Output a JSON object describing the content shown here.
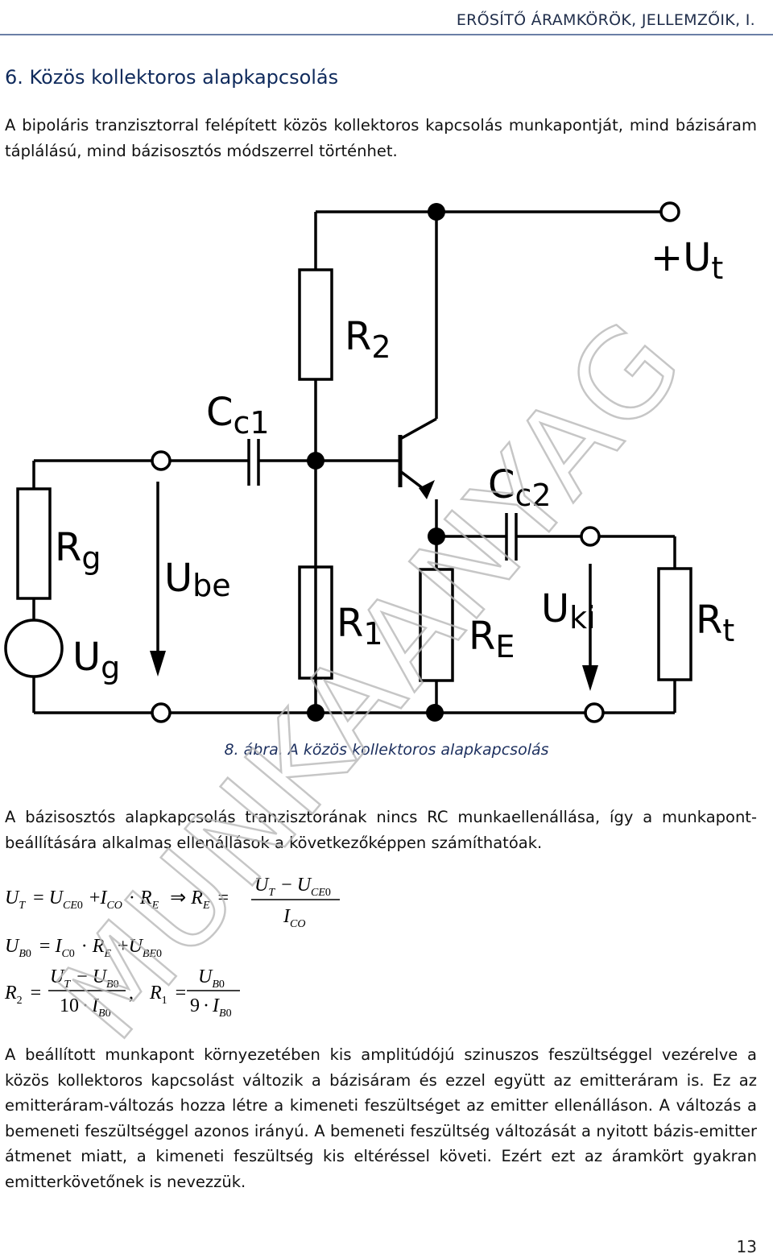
{
  "header": {
    "running_title": "ERŐSÍTŐ ÁRAMKÖRÖK, JELLEMZŐIK, I."
  },
  "section": {
    "title": "6. Közös kollektoros alapkapcsolás"
  },
  "paragraphs": {
    "intro": "A bipoláris tranzisztorral felépített közös kollektoros kapcsolás munkapontját, mind bázisáram táplálású, mind bázisosztós módszerrel történhet.",
    "calc": "A bázisosztós alapkapcsolás tranzisztorának nincs RC munkaellenállása, így a munkapont-beállítására alkalmas ellenállások a következőképpen számíthatóak.",
    "explanation": "A beállított munkapont környezetében kis amplitúdójú szinuszos feszültséggel vezérelve a közös kollektoros kapcsolást változik a bázisáram és ezzel együtt az emitteráram is. Ez az emitteráram-változás hozza létre a kimeneti feszültséget az emitter ellenálláson. A változás a bemeneti feszültséggel azonos irányú. A bemeneti feszültség változását a nyitott bázis-emitter átmenet miatt, a kimeneti feszültség kis eltéréssel követi. Ezért ezt az áramkört gyakran emitterkövetőnek is nevezzük."
  },
  "figure": {
    "caption": "8. ábra. A közös kollektoros alapkapcsolás",
    "labels": {
      "supply": {
        "main": "+U",
        "sub": "t"
      },
      "r2": {
        "main": "R",
        "sub": "2"
      },
      "cc1": {
        "main": "C",
        "sub": "c1"
      },
      "cc2": {
        "main": "C",
        "sub": "c2"
      },
      "rg": {
        "main": "R",
        "sub": "g"
      },
      "ube": {
        "main": "U",
        "sub": "be"
      },
      "ug": {
        "main": "U",
        "sub": "g"
      },
      "r1": {
        "main": "R",
        "sub": "1"
      },
      "re": {
        "main": "R",
        "sub": "E"
      },
      "uki": {
        "main": "U",
        "sub": "ki"
      },
      "rt": {
        "main": "R",
        "sub": "t"
      }
    },
    "watermark": "MUNKAANYAG"
  },
  "equations": {
    "eq1_left": "U_T = U_CE0 + I_CO · R_E ⇒ R_E =",
    "eq1_frac_num": "U_T − U_CE0",
    "eq1_frac_den": "I_CO",
    "eq2": "U_B0 = I_C0 · R_E + U_BE0",
    "eq3_r2_num": "U_T − U_B0",
    "eq3_r2_den": "10 · I_B0",
    "eq3_r1_num": "U_B0",
    "eq3_r1_den": "9 · I_B0"
  },
  "page_number": "13"
}
